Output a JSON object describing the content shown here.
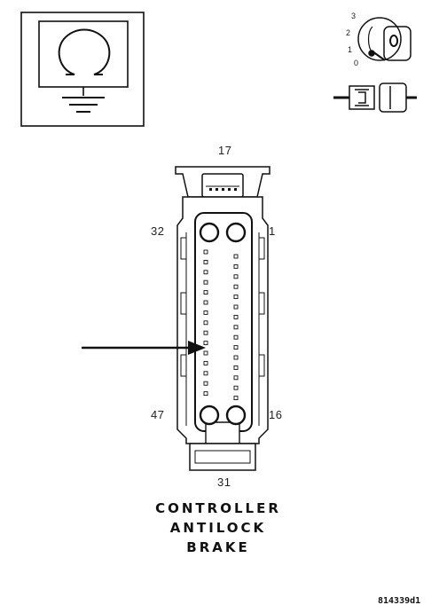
{
  "key_positions": [
    "3",
    "2",
    "1",
    "0"
  ],
  "pins": {
    "top": "17",
    "upper_left": "32",
    "upper_right": "1",
    "lower_left": "47",
    "lower_right": "16",
    "bottom": "31"
  },
  "caption": {
    "line1": "CONTROLLER",
    "line2": "ANTILOCK",
    "line3": "BRAKE"
  },
  "figure_code": "814339d1",
  "colors": {
    "line": "#111111",
    "fill": "#ffffff"
  }
}
